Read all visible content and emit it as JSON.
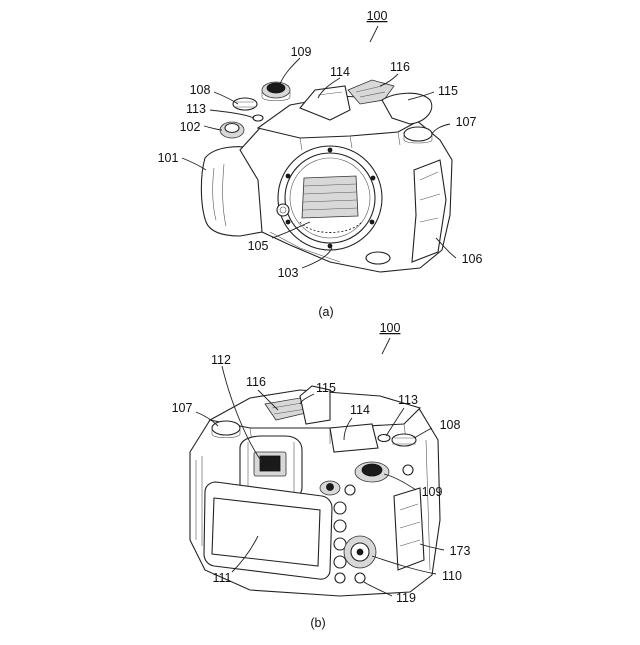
{
  "figure_a": {
    "reference": "100",
    "caption": "(a)",
    "labels": [
      "109",
      "114",
      "116",
      "115",
      "108",
      "113",
      "102",
      "107",
      "101",
      "105",
      "106",
      "103"
    ]
  },
  "figure_b": {
    "reference": "100",
    "caption": "(b)",
    "labels": [
      "112",
      "116",
      "115",
      "107",
      "114",
      "113",
      "108",
      "109",
      "111",
      "173",
      "110",
      "119"
    ]
  }
}
